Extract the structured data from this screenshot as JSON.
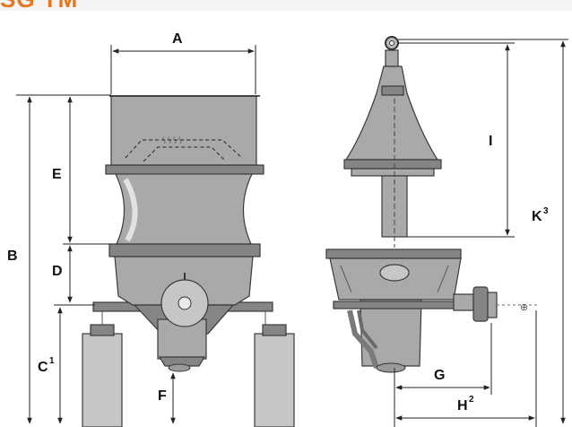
{
  "header": {
    "title": "SG TM"
  },
  "labels": {
    "A": "A",
    "B": "B",
    "C": "C",
    "C_sup": "1",
    "D": "D",
    "E": "E",
    "F": "F",
    "G": "G",
    "H": "H",
    "H_sup": "2",
    "I": "I",
    "K": "K",
    "K_sup": "3"
  },
  "colors": {
    "title": "#e8761f",
    "machine": "#a9a9ab"
  }
}
